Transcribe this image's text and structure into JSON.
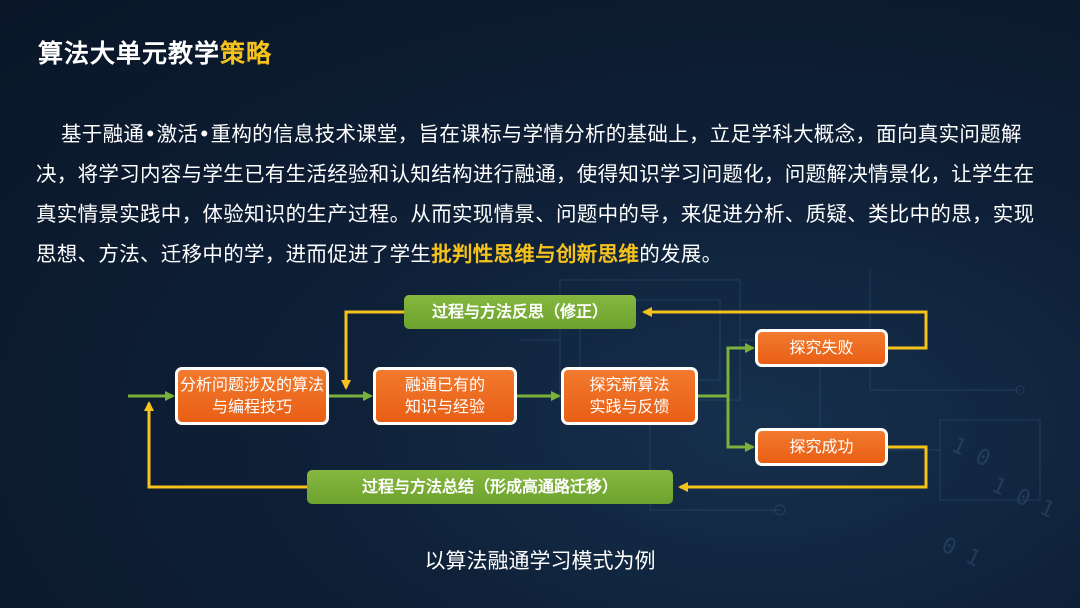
{
  "title": {
    "prefix": "算法大单元教学",
    "highlight": "策略"
  },
  "paragraph": {
    "text_before": "基于融通•激活•重构的信息技术课堂，旨在课标与学情分析的基础上，立足学科大概念，面向真实问题解决，将学习内容与学生已有生活经验和认知结构进行融通，使得知识学习问题化，问题解决情景化，让学生在真实情景实践中，体验知识的生产过程。从而实现情景、问题中的导，来促进分析、质疑、类比中的思，实现思想、方法、迁移中的学，进而促进了学生",
    "highlight": "批判性思维与创新思维",
    "text_after": "的发展。"
  },
  "flow": {
    "node_analyze": "分析问题涉及的算法与编程技巧",
    "node_integrate": "融通已有的知识与经验",
    "node_explore": "探究新算法实践与反馈",
    "node_fail": "探究失败",
    "node_success": "探究成功",
    "reflect_label": "过程与方法反思（修正）",
    "summary_label": "过程与方法总结（形成高通路迁移）"
  },
  "colors": {
    "background": "#0e1f36",
    "accent_yellow": "#f6c21c",
    "node_orange": "#ec6a1f",
    "label_green": "#7bb03a",
    "arrow_green": "#7bb03a",
    "arrow_yellow": "#f6c21c"
  },
  "caption": "以算法融通学习模式为例"
}
